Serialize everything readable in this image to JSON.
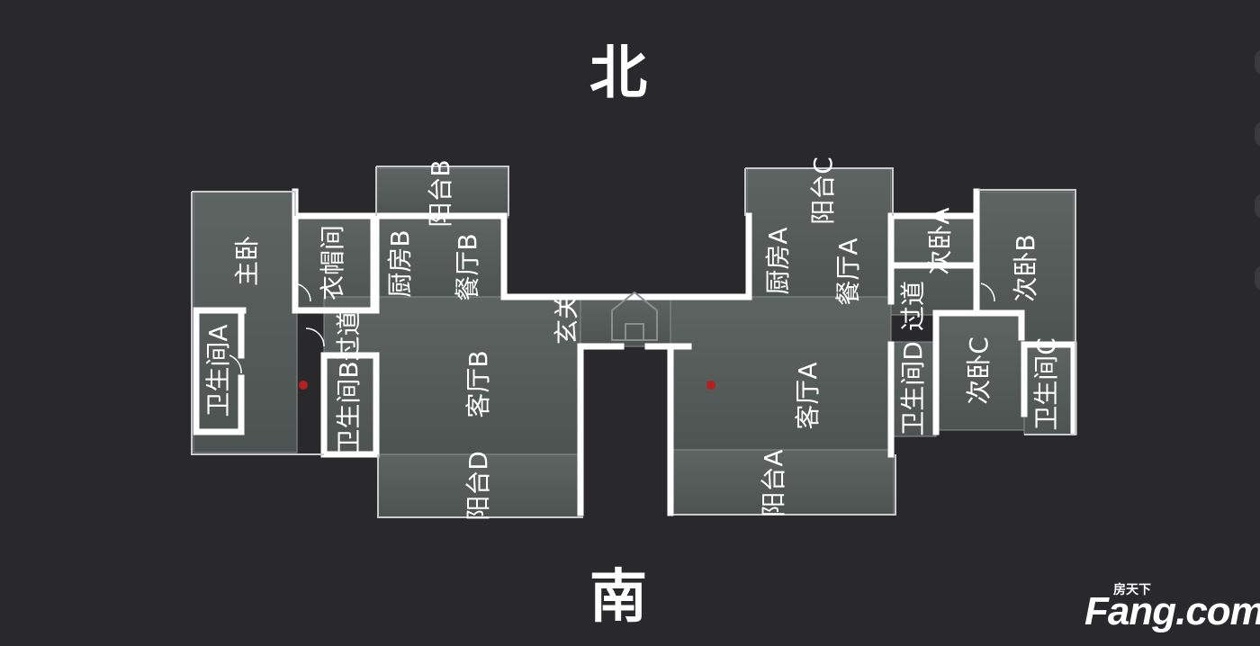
{
  "compass": {
    "north": "北",
    "south": "南"
  },
  "rooms": {
    "master_bedroom": "主卧",
    "cloakroom": "衣帽间",
    "kitchen_b": "厨房B",
    "balcony_b": "阳台B",
    "dining_b": "餐厅B",
    "bathroom_a": "卫生间A",
    "bathroom_b_corridor": "卫生间B过道",
    "living_b": "客厅B",
    "balcony_d": "阳台D",
    "entrance": "玄关",
    "kitchen_a": "厨房A",
    "balcony_c": "阳台C",
    "dining_a": "餐厅A",
    "living_a": "客厅A",
    "balcony_a": "阳台A",
    "bedroom_a": "次卧A",
    "corridor": "过道",
    "bathroom_d": "卫生间D",
    "bedroom_b": "次卧B",
    "bedroom_c": "次卧C",
    "bathroom_c": "卫生间C"
  },
  "watermark": {
    "brand": "Fang.com",
    "chinese": "房天下"
  },
  "colors": {
    "background": "#29292c",
    "wall": "#ffffff",
    "floor": "#5c6361",
    "text": "#ffffff"
  }
}
